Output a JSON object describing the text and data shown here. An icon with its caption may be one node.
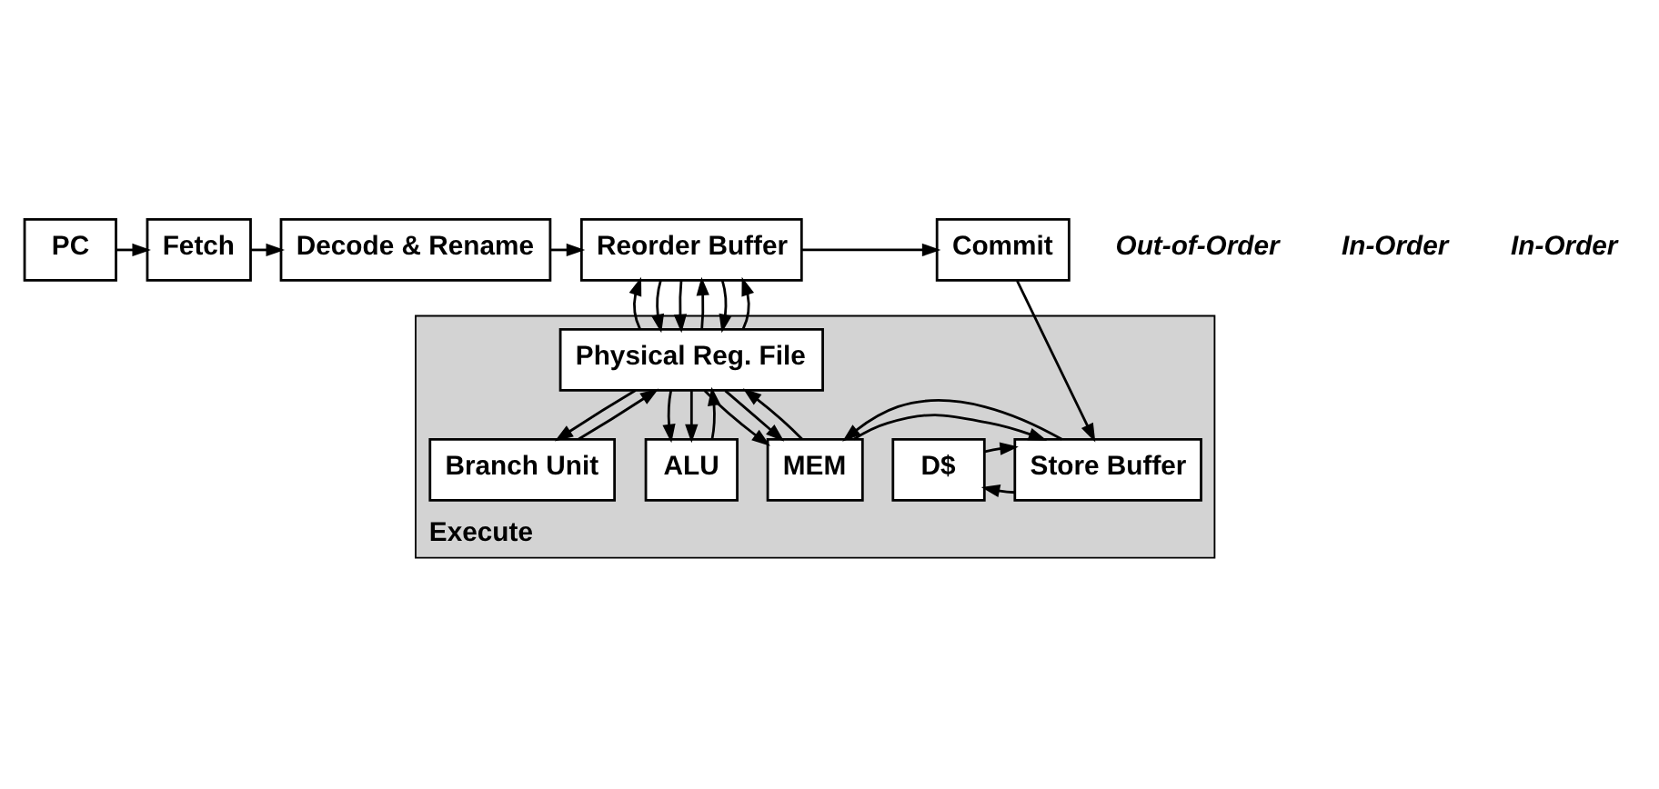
{
  "diagram": {
    "nodes": [
      {
        "text": [
          "PC"
        ]
      },
      {
        "text": [
          "Fetch"
        ]
      },
      {
        "text": [
          "Decode & Rename"
        ]
      },
      {
        "text": [
          "Reorder Buffer"
        ]
      },
      {
        "text": [
          "Commit"
        ]
      },
      {
        "text": [
          "Execute"
        ]
      },
      {
        "text": [
          "Physical Reg. File"
        ],
        "in": 5
      },
      {
        "text": [
          "Branch Unit"
        ],
        "in": 5
      },
      {
        "text": [
          "ALU"
        ],
        "in": 5
      },
      {
        "text": [
          "MEM"
        ],
        "in": 5
      },
      {
        "text": [
          "Store Buffer"
        ],
        "in": 5
      },
      {
        "text": [
          "D$"
        ],
        "in": 5
      }
    ],
    "edges": [
      {
        "from": 0,
        "to": 1,
        "arrow": "to"
      },
      {
        "from": 1,
        "to": 2,
        "arrow": "to"
      },
      {
        "from": 2,
        "to": 3,
        "arrow": "to"
      },
      {
        "from": 3,
        "to": 4,
        "arrow": "to"
      },
      {
        "from": 3,
        "to": 6,
        "arrow": "to"
      },
      {
        "from": 6,
        "to": 3,
        "arrow": "to"
      },
      {
        "from": 3,
        "to": 6,
        "arrow": "to"
      },
      {
        "from": 6,
        "to": 3,
        "arrow": "to"
      },
      {
        "from": 3,
        "to": 6,
        "arrow": "to"
      },
      {
        "from": 6,
        "to": 3,
        "arrow": "to"
      },
      {
        "from": 6,
        "to": 7,
        "arrow": "to"
      },
      {
        "from": 7,
        "to": 6,
        "arrow": "to"
      },
      {
        "from": 6,
        "to": 8,
        "arrow": "to"
      },
      {
        "from": 6,
        "to": 8,
        "arrow": "to"
      },
      {
        "from": 8,
        "to": 6,
        "arrow": "to"
      },
      {
        "from": 6,
        "to": 9,
        "arrow": "to"
      },
      {
        "from": 6,
        "to": 9,
        "arrow": "to"
      },
      {
        "from": 9,
        "to": 6,
        "arrow": "to"
      },
      {
        "from": 9,
        "to": 10,
        "arrow": "to"
      },
      {
        "from": 10,
        "to": 9,
        "arrow": "to"
      },
      {
        "from": 10,
        "to": 11,
        "arrow": "to"
      },
      {
        "from": 11,
        "to": 10,
        "arrow": "to"
      },
      {
        "from": 4,
        "to": 10,
        "arrow": "to"
      }
    ],
    "labels": [
      "Out-of-Order",
      "In-Order",
      "In-Order"
    ]
  }
}
